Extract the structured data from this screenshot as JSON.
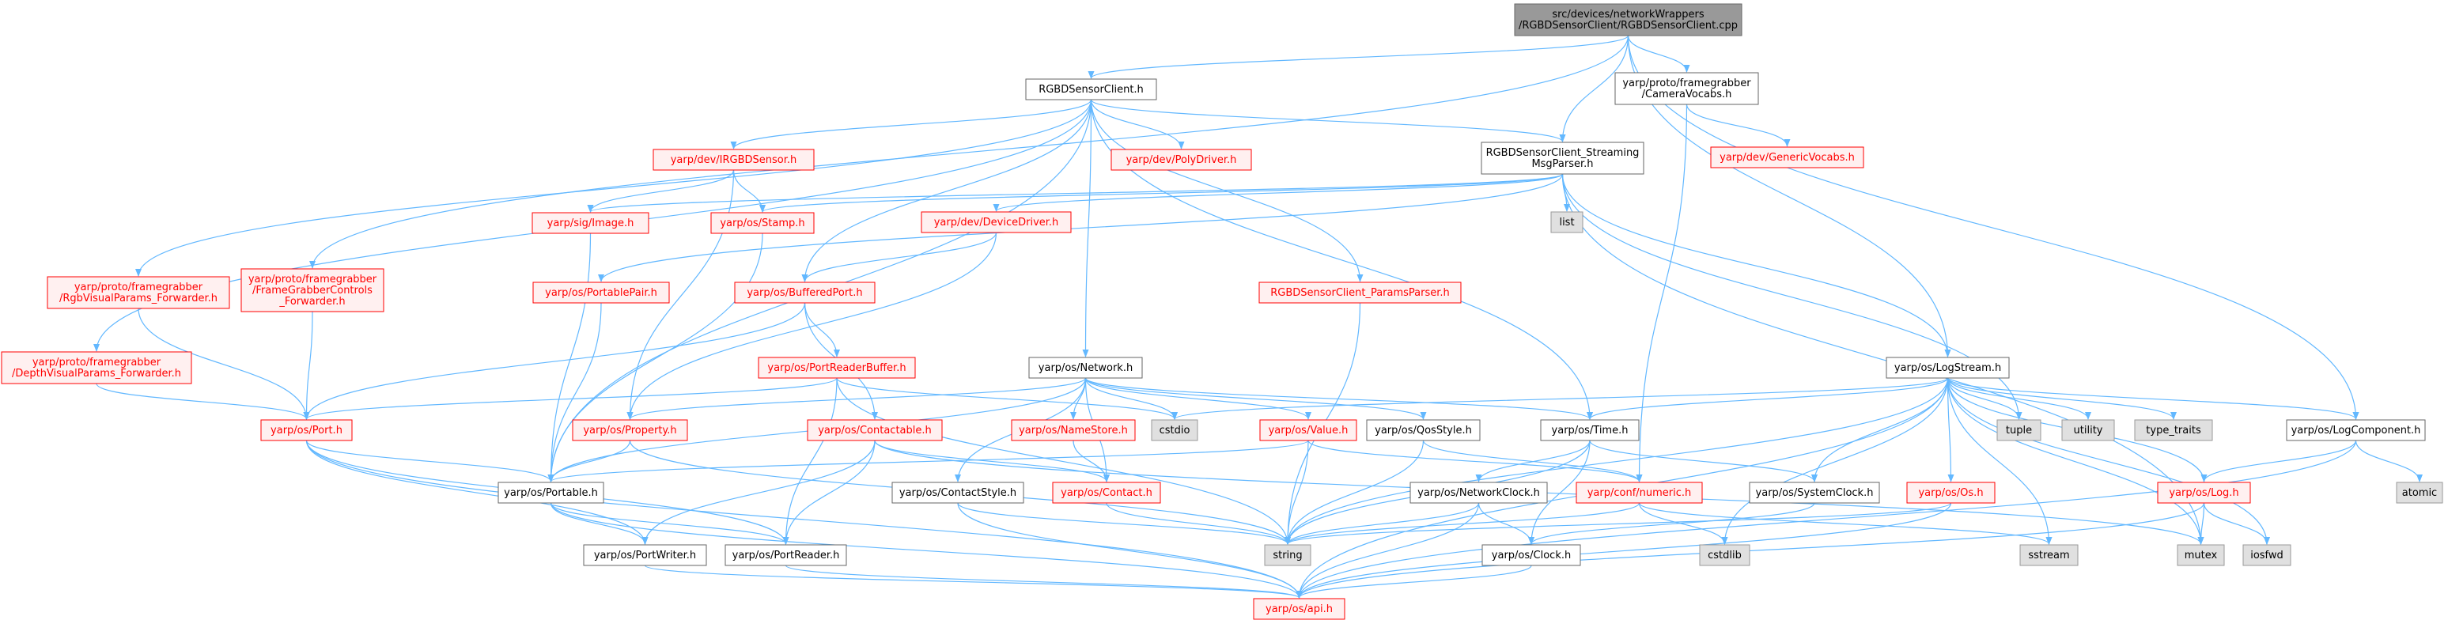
{
  "colors": {
    "edge": "#63b8ff",
    "node_root_fill": "#999999",
    "node_fill": "#ffffff",
    "node_border": "#666666",
    "node_red_border": "#ff0000",
    "node_red_fill": "#fff0f0",
    "node_grey_fill": "#e0e0e0",
    "node_grey_border": "#999999",
    "text": "#000000",
    "red_text": "#ff0000"
  },
  "nodes": [
    {
      "id": "root",
      "lines": [
        "src/devices/networkWrappers",
        "/RGBDSensorClient/RGBDSensorClient.cpp"
      ],
      "style": "root"
    },
    {
      "id": "rgbdh",
      "lines": [
        "RGBDSensorClient.h"
      ],
      "style": "plain"
    },
    {
      "id": "camvocab",
      "lines": [
        "yarp/proto/framegrabber",
        "/CameraVocabs.h"
      ],
      "style": "plain"
    },
    {
      "id": "genvocab",
      "lines": [
        "yarp/dev/GenericVocabs.h"
      ],
      "style": "red"
    },
    {
      "id": "streamparser",
      "lines": [
        "RGBDSensorClient_Streaming",
        "MsgParser.h"
      ],
      "style": "plain"
    },
    {
      "id": "irgbd",
      "lines": [
        "yarp/dev/IRGBDSensor.h"
      ],
      "style": "red"
    },
    {
      "id": "polydriver",
      "lines": [
        "yarp/dev/PolyDriver.h"
      ],
      "style": "red"
    },
    {
      "id": "list",
      "lines": [
        "list"
      ],
      "style": "grey"
    },
    {
      "id": "image",
      "lines": [
        "yarp/sig/Image.h"
      ],
      "style": "red"
    },
    {
      "id": "stamp",
      "lines": [
        "yarp/os/Stamp.h"
      ],
      "style": "red"
    },
    {
      "id": "devdriver",
      "lines": [
        "yarp/dev/DeviceDriver.h"
      ],
      "style": "red"
    },
    {
      "id": "rgbvis",
      "lines": [
        "yarp/proto/framegrabber",
        "/RgbVisualParams_Forwarder.h"
      ],
      "style": "red"
    },
    {
      "id": "fgctrl",
      "lines": [
        "yarp/proto/framegrabber",
        "/FrameGrabberControls",
        "_Forwarder.h"
      ],
      "style": "red"
    },
    {
      "id": "portablepair",
      "lines": [
        "yarp/os/PortablePair.h"
      ],
      "style": "red"
    },
    {
      "id": "bufport",
      "lines": [
        "yarp/os/BufferedPort.h"
      ],
      "style": "red"
    },
    {
      "id": "paramsparser",
      "lines": [
        "RGBDSensorClient_ParamsParser.h"
      ],
      "style": "red"
    },
    {
      "id": "depthvis",
      "lines": [
        "yarp/proto/framegrabber",
        "/DepthVisualParams_Forwarder.h"
      ],
      "style": "red"
    },
    {
      "id": "portreaderbuf",
      "lines": [
        "yarp/os/PortReaderBuffer.h"
      ],
      "style": "red"
    },
    {
      "id": "network",
      "lines": [
        "yarp/os/Network.h"
      ],
      "style": "plain"
    },
    {
      "id": "logstream",
      "lines": [
        "yarp/os/LogStream.h"
      ],
      "style": "plain"
    },
    {
      "id": "port",
      "lines": [
        "yarp/os/Port.h"
      ],
      "style": "red"
    },
    {
      "id": "property",
      "lines": [
        "yarp/os/Property.h"
      ],
      "style": "red"
    },
    {
      "id": "contactable",
      "lines": [
        "yarp/os/Contactable.h"
      ],
      "style": "red"
    },
    {
      "id": "cstdio",
      "lines": [
        "cstdio"
      ],
      "style": "grey"
    },
    {
      "id": "namestore",
      "lines": [
        "yarp/os/NameStore.h"
      ],
      "style": "red"
    },
    {
      "id": "value",
      "lines": [
        "yarp/os/Value.h"
      ],
      "style": "red"
    },
    {
      "id": "qosstyle",
      "lines": [
        "yarp/os/QosStyle.h"
      ],
      "style": "plain"
    },
    {
      "id": "time",
      "lines": [
        "yarp/os/Time.h"
      ],
      "style": "plain"
    },
    {
      "id": "tuple",
      "lines": [
        "tuple"
      ],
      "style": "grey"
    },
    {
      "id": "utility",
      "lines": [
        "utility"
      ],
      "style": "grey"
    },
    {
      "id": "typetraits",
      "lines": [
        "type_traits"
      ],
      "style": "grey"
    },
    {
      "id": "logcomp",
      "lines": [
        "yarp/os/LogComponent.h"
      ],
      "style": "plain"
    },
    {
      "id": "portable",
      "lines": [
        "yarp/os/Portable.h"
      ],
      "style": "plain"
    },
    {
      "id": "contactstyle",
      "lines": [
        "yarp/os/ContactStyle.h"
      ],
      "style": "plain"
    },
    {
      "id": "contact",
      "lines": [
        "yarp/os/Contact.h"
      ],
      "style": "red"
    },
    {
      "id": "netclock",
      "lines": [
        "yarp/os/NetworkClock.h"
      ],
      "style": "plain"
    },
    {
      "id": "numeric",
      "lines": [
        "yarp/conf/numeric.h"
      ],
      "style": "red"
    },
    {
      "id": "sysclock",
      "lines": [
        "yarp/os/SystemClock.h"
      ],
      "style": "plain"
    },
    {
      "id": "os",
      "lines": [
        "yarp/os/Os.h"
      ],
      "style": "red"
    },
    {
      "id": "log",
      "lines": [
        "yarp/os/Log.h"
      ],
      "style": "red"
    },
    {
      "id": "atomic",
      "lines": [
        "atomic"
      ],
      "style": "grey"
    },
    {
      "id": "portwriter",
      "lines": [
        "yarp/os/PortWriter.h"
      ],
      "style": "plain"
    },
    {
      "id": "portreader",
      "lines": [
        "yarp/os/PortReader.h"
      ],
      "style": "plain"
    },
    {
      "id": "string",
      "lines": [
        "string"
      ],
      "style": "grey"
    },
    {
      "id": "cstdlib",
      "lines": [
        "cstdlib"
      ],
      "style": "grey"
    },
    {
      "id": "clock",
      "lines": [
        "yarp/os/Clock.h"
      ],
      "style": "plain"
    },
    {
      "id": "sstream",
      "lines": [
        "sstream"
      ],
      "style": "grey"
    },
    {
      "id": "mutex",
      "lines": [
        "mutex"
      ],
      "style": "grey"
    },
    {
      "id": "iosfwd",
      "lines": [
        "iosfwd"
      ],
      "style": "grey"
    },
    {
      "id": "api",
      "lines": [
        "yarp/os/api.h"
      ],
      "style": "red"
    }
  ],
  "edges": [
    [
      "root",
      "rgbdh"
    ],
    [
      "root",
      "camvocab"
    ],
    [
      "root",
      "streamparser"
    ],
    [
      "root",
      "logstream"
    ],
    [
      "root",
      "logcomp"
    ],
    [
      "root",
      "fgctrl"
    ],
    [
      "camvocab",
      "genvocab"
    ],
    [
      "camvocab",
      "numeric"
    ],
    [
      "rgbdh",
      "irgbd"
    ],
    [
      "rgbdh",
      "polydriver"
    ],
    [
      "rgbdh",
      "streamparser"
    ],
    [
      "rgbdh",
      "rgbvis"
    ],
    [
      "rgbdh",
      "depthvis"
    ],
    [
      "rgbdh",
      "bufport"
    ],
    [
      "rgbdh",
      "paramsparser"
    ],
    [
      "rgbdh",
      "network"
    ],
    [
      "rgbdh",
      "time"
    ],
    [
      "rgbdh",
      "portable"
    ],
    [
      "streamparser",
      "list"
    ],
    [
      "streamparser",
      "image"
    ],
    [
      "streamparser",
      "stamp"
    ],
    [
      "streamparser",
      "devdriver"
    ],
    [
      "streamparser",
      "portablepair"
    ],
    [
      "streamparser",
      "logstream"
    ],
    [
      "streamparser",
      "tuple"
    ],
    [
      "streamparser",
      "mutex"
    ],
    [
      "irgbd",
      "image"
    ],
    [
      "irgbd",
      "stamp"
    ],
    [
      "irgbd",
      "property"
    ],
    [
      "image",
      "portable"
    ],
    [
      "stamp",
      "portable"
    ],
    [
      "devdriver",
      "bufport"
    ],
    [
      "devdriver",
      "property"
    ],
    [
      "rgbvis",
      "port"
    ],
    [
      "fgctrl",
      "port"
    ],
    [
      "depthvis",
      "port"
    ],
    [
      "portablepair",
      "portable"
    ],
    [
      "bufport",
      "portreaderbuf"
    ],
    [
      "bufport",
      "contactable"
    ],
    [
      "bufport",
      "port"
    ],
    [
      "paramsparser",
      "string"
    ],
    [
      "portreaderbuf",
      "cstdio"
    ],
    [
      "portreaderbuf",
      "port"
    ],
    [
      "portreaderbuf",
      "portreader"
    ],
    [
      "portreaderbuf",
      "string"
    ],
    [
      "network",
      "property"
    ],
    [
      "network",
      "namestore"
    ],
    [
      "network",
      "value"
    ],
    [
      "network",
      "qosstyle"
    ],
    [
      "network",
      "time"
    ],
    [
      "network",
      "contactstyle"
    ],
    [
      "network",
      "contact"
    ],
    [
      "network",
      "portable"
    ],
    [
      "network",
      "cstdio"
    ],
    [
      "logstream",
      "cstdio"
    ],
    [
      "logstream",
      "time"
    ],
    [
      "logstream",
      "tuple"
    ],
    [
      "logstream",
      "utility"
    ],
    [
      "logstream",
      "typetraits"
    ],
    [
      "logstream",
      "logcomp"
    ],
    [
      "logstream",
      "log"
    ],
    [
      "logstream",
      "os"
    ],
    [
      "logstream",
      "sysclock"
    ],
    [
      "logstream",
      "sstream"
    ],
    [
      "logstream",
      "mutex"
    ],
    [
      "logstream",
      "iosfwd"
    ],
    [
      "logstream",
      "string"
    ],
    [
      "logstream",
      "cstdlib"
    ],
    [
      "logstream",
      "api"
    ],
    [
      "port",
      "portable"
    ],
    [
      "port",
      "portwriter"
    ],
    [
      "port",
      "portreader"
    ],
    [
      "port",
      "api"
    ],
    [
      "property",
      "portable"
    ],
    [
      "property",
      "string"
    ],
    [
      "contactable",
      "contact"
    ],
    [
      "contactable",
      "portwriter"
    ],
    [
      "contactable",
      "portreader"
    ],
    [
      "contactable",
      "mutex"
    ],
    [
      "namestore",
      "contact"
    ],
    [
      "value",
      "portable"
    ],
    [
      "value",
      "string"
    ],
    [
      "value",
      "numeric"
    ],
    [
      "qosstyle",
      "string"
    ],
    [
      "qosstyle",
      "numeric"
    ],
    [
      "time",
      "netclock"
    ],
    [
      "time",
      "sysclock"
    ],
    [
      "time",
      "clock"
    ],
    [
      "time",
      "string"
    ],
    [
      "logcomp",
      "log"
    ],
    [
      "logcomp",
      "atomic"
    ],
    [
      "logcomp",
      "api"
    ],
    [
      "portable",
      "portwriter"
    ],
    [
      "portable",
      "portreader"
    ],
    [
      "portable",
      "api"
    ],
    [
      "contactstyle",
      "string"
    ],
    [
      "contactstyle",
      "api"
    ],
    [
      "contact",
      "string"
    ],
    [
      "netclock",
      "clock"
    ],
    [
      "netclock",
      "string"
    ],
    [
      "netclock",
      "api"
    ],
    [
      "numeric",
      "cstdlib"
    ],
    [
      "numeric",
      "sstream"
    ],
    [
      "numeric",
      "string"
    ],
    [
      "sysclock",
      "clock"
    ],
    [
      "os",
      "string"
    ],
    [
      "os",
      "api"
    ],
    [
      "log",
      "mutex"
    ],
    [
      "log",
      "iosfwd"
    ],
    [
      "log",
      "api"
    ],
    [
      "portwriter",
      "api"
    ],
    [
      "portreader",
      "api"
    ],
    [
      "clock",
      "api"
    ]
  ]
}
